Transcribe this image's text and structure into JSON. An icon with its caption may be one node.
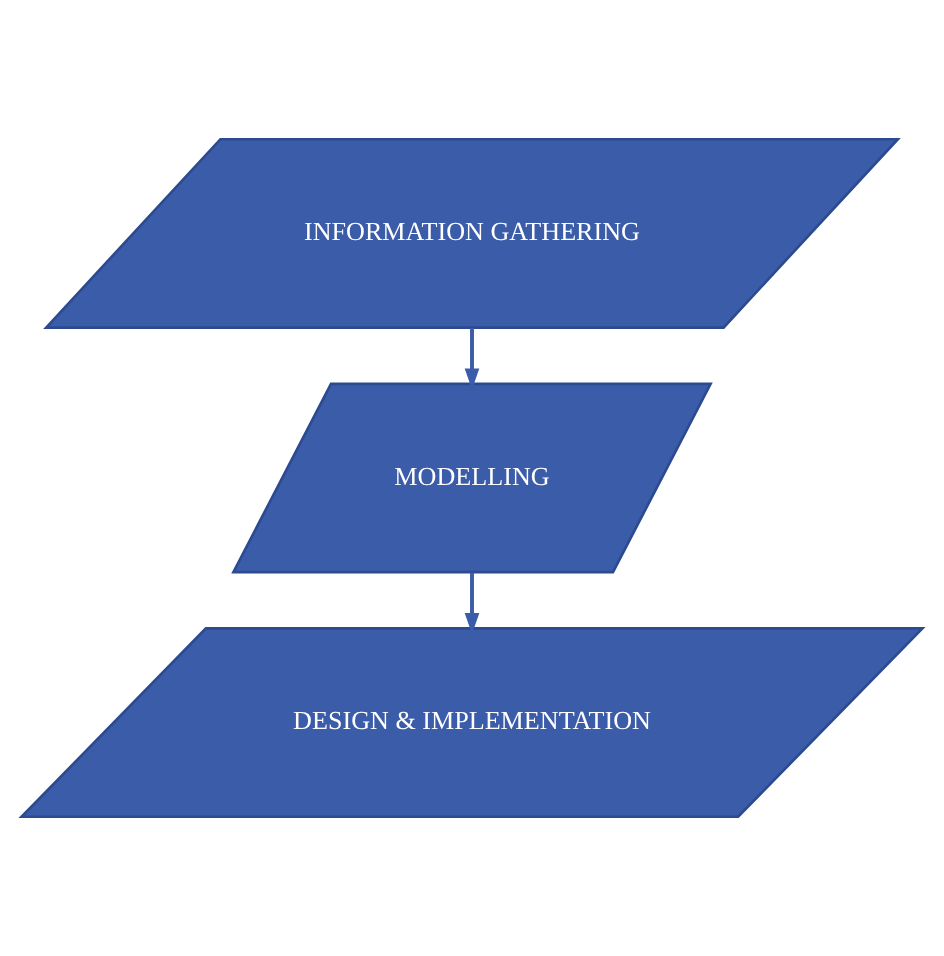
{
  "diagram": {
    "nodes": [
      {
        "text": [
          "INFORMATION GATHERING"
        ]
      },
      {
        "text": [
          "MODELLING"
        ]
      },
      {
        "text": [
          "DESIGN & IMPLEMENTATION"
        ]
      }
    ],
    "edges": [
      {
        "from": 0,
        "to": 1,
        "arrow": "to"
      },
      {
        "from": 1,
        "to": 2,
        "arrow": "to"
      }
    ]
  }
}
